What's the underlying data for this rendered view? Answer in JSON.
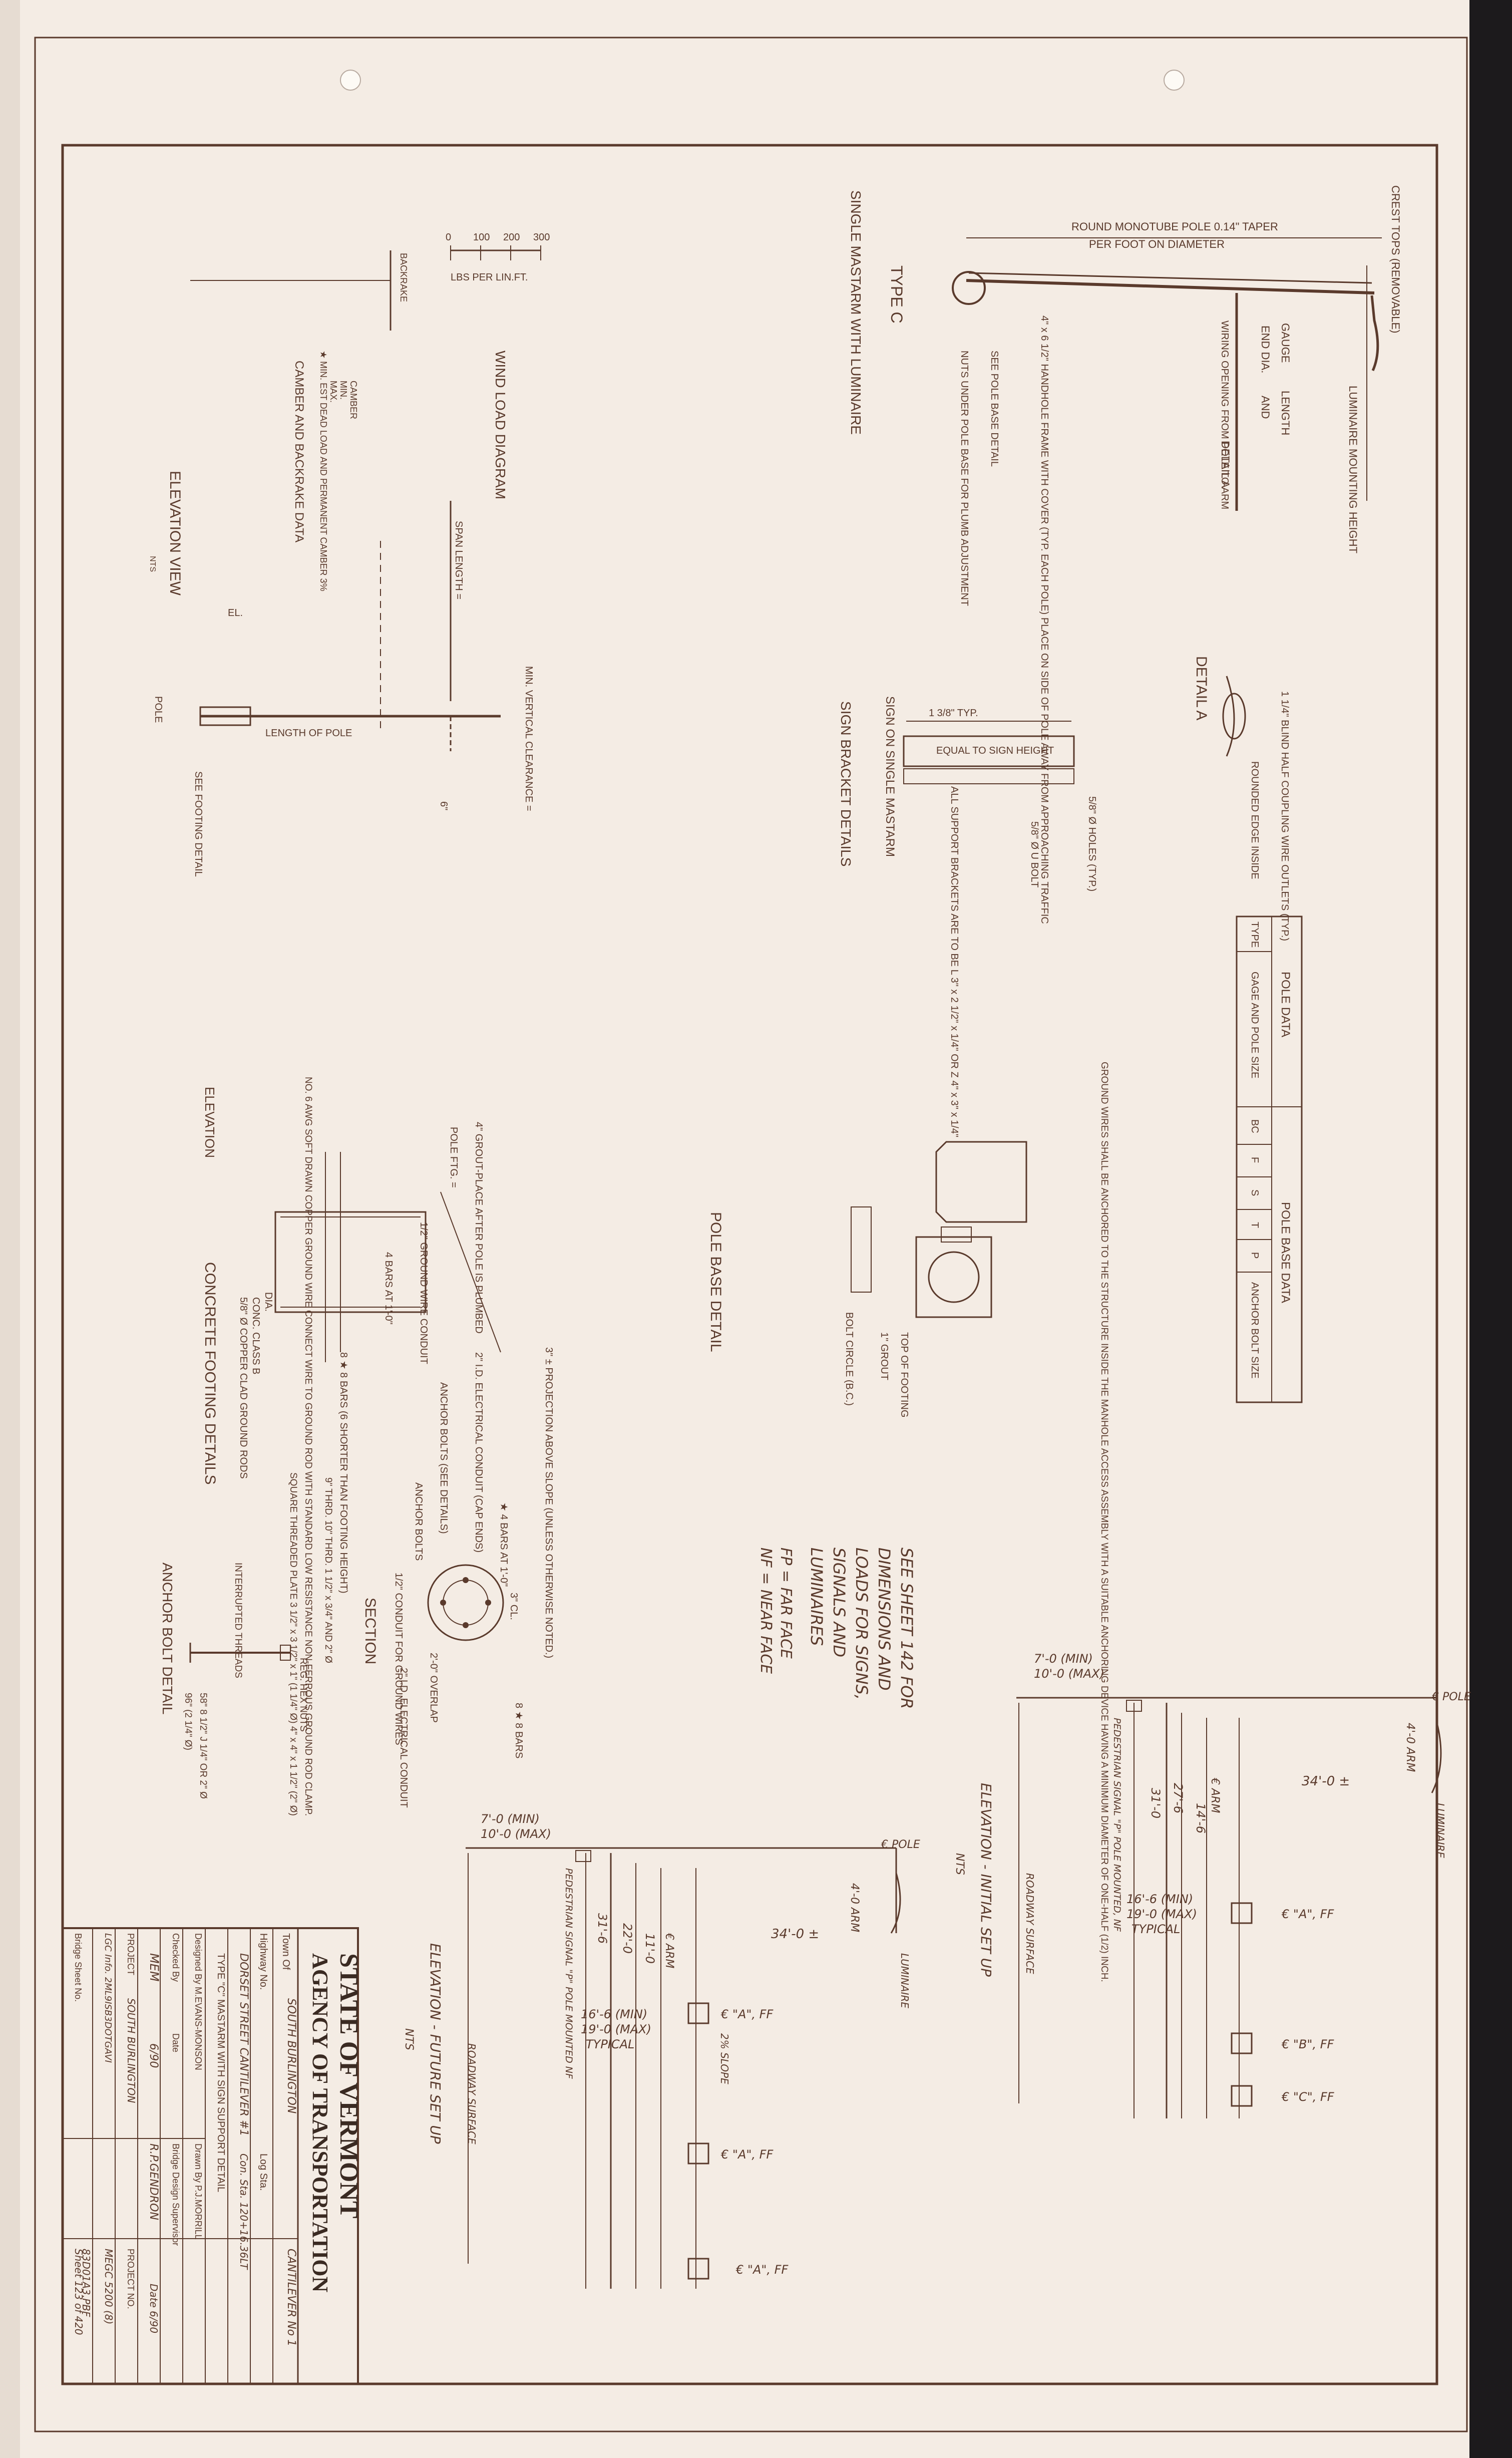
{
  "titleblock": {
    "line1": "STATE OF VERMONT",
    "line2": "AGENCY OF TRANSPORTATION",
    "town_label": "Town Of",
    "town_value": "SOUTH BURLINGTON",
    "cantilever": "CANTILEVER No 1",
    "highway_label": "Highway No.",
    "log_sta": "Log Sta.",
    "const_sta": "Con. Sta. 120+16.36LT",
    "street": "DORSET STREET CANTILEVER #1",
    "type_line": "TYPE \"C\" MASTARM WITH SIGN SUPPORT DETAIL",
    "designed_by": "Designed By M.EVANS-MONSON",
    "drawn_by": "Drawn By P.J.MORRILL",
    "checked_by": "Checked By",
    "date_label": "Date",
    "bridge_design_supervisor": "Bridge Design Supervisor",
    "checker_initials": "MEM",
    "check_date": "6/90",
    "supervisor_name": "R.P.GENDRON",
    "supervisor_date": "Date 6/90",
    "project_label": "PROJECT",
    "project_value": "SOUTH BURLINGTON",
    "project_no_label": "PROJECT NO.",
    "project_no_value": "MEGC 5200 (8)",
    "lgc_info": "LGC Info. 2ML9ISB3DOTGAVI",
    "file_code": "83D01A3.PBF",
    "bridge_sheet": "Bridge Sheet No.",
    "sheet_no": "Sheet 123 of 420"
  },
  "type_c": {
    "crest_tops": "CREST TOPS (REMOVABLE)",
    "pole_taper": "ROUND MONOTUBE POLE 0.14\" TAPER",
    "per_foot": "PER FOOT ON DIAMETER",
    "luminaire_height": "LUMINAIRE MOUNTING HEIGHT",
    "gauge": "GAUGE",
    "length": "LENGTH",
    "end_dia": "END DIA.",
    "and": "AND",
    "detail_a_ref": "DETAIL A",
    "wiring_opening": "WIRING OPENING FROM POLE TO ARM",
    "handhole": "4\" x 6 1/2\" HANDHOLE FRAME WITH COVER (TYP. EACH POLE) PLACE ON SIDE OF POLE AWAY FROM APPROACHING TRAFFIC",
    "see_pole_base": "SEE POLE BASE DETAIL",
    "nuts_under": "NUTS UNDER POLE BASE FOR PLUMB ADJUSTMENT",
    "type_title": "TYPE C",
    "subtitle": "SINGLE MASTARM WITH LUMINAIRE"
  },
  "detail_a": {
    "title": "DETAIL A",
    "coupling": "1 1/4\" BLIND HALF COUPLING WIRE OUTLETS (TYP.)",
    "rounded_edge": "ROUNDED EDGE INSIDE"
  },
  "sign_bracket": {
    "typ": "1 3/8\" TYP.",
    "equal": "EQUAL TO SIGN HEIGHT",
    "holes": "5/8\" Ø HOLES (TYP.)",
    "u_bolt": "5/8\" Ø U BOLT",
    "note": "ALL SUPPORT BRACKETS ARE TO BE L 3\" x 2 1/2\" x 1/4\" OR Z 4\" x 3\" x 1/4\"",
    "sign_on": "SIGN ON SINGLE MASTARM",
    "title": "SIGN BRACKET DETAILS"
  },
  "wind_load": {
    "scale": [
      "0",
      "100",
      "200",
      "300"
    ],
    "units": "LBS PER LIN.FT.",
    "title": "WIND LOAD DIAGRAM"
  },
  "elevation_view": {
    "backrake": "BACKRAKE",
    "camber": "CAMBER",
    "min": "MIN.",
    "max": "MAX.",
    "est_dead": "★ MIN. EST DEAD LOAD AND PERMANENT CAMBER 3%",
    "camber_data": "CAMBER AND BACKRAKE DATA",
    "span_length": "SPAN LENGTH =",
    "min_vert": "MIN. VERTICAL CLEARANCE =",
    "length_of_pole": "LENGTH OF POLE",
    "el": "EL.",
    "pole": "POLE",
    "see_footing": "SEE FOOTING DETAIL",
    "six_in": "6\"",
    "title": "ELEVATION VIEW",
    "nts": "NTS"
  },
  "pole_data": {
    "title_left": "POLE DATA",
    "title_right": "POLE BASE DATA",
    "headers": [
      "TYPE",
      "GAGE AND POLE SIZE",
      "BC",
      "F",
      "S",
      "T",
      "P",
      "ANCHOR BOLT SIZE"
    ]
  },
  "pole_base": {
    "ground_note": "GROUND WIRES SHALL BE ANCHORED TO THE STRUCTURE INSIDE THE MANHOLE ACCESS ASSEMBLY WITH A SUITABLE ANCHORING DEVICE HAVING A MINIMUM DIAMETER OF ONE-HALF (1/2) INCH.",
    "top_footing": "TOP OF FOOTING",
    "grout": "1\" GROUT",
    "bolt_circle": "BOLT CIRCLE (B.C.)",
    "title": "POLE BASE DETAIL"
  },
  "concrete_footing": {
    "grout_place": "4\" GROUT-PLACE AFTER POLE IS PLUMBED",
    "pole_ftg": "POLE FTG. =",
    "ground_conduit": "1/2\" GROUND WIRE CONDUIT",
    "bars_4": "4 BARS AT 1'-0\"",
    "dia": "DIA.",
    "conc": "CONC. CLASS B",
    "copper": "5/8\" Ø COPPER CLAD GROUND RODS",
    "no6": "NO. 6 AWG SOFT DRAWN COPPER GROUND WIRE CONNECT WIRE TO GROUND ROD WITH STANDARD LOW RESISTANCE NON-FERROUS GROUND ROD CLAMP.",
    "projection": "3\" ± PROJECTION ABOVE SLOPE (UNLESS OTHERWISE NOTED.)",
    "elec_conduit": "2\" I.D. ELECTRICAL CONDUIT (CAP ENDS)",
    "anchor_bolts": "ANCHOR BOLTS (SEE DETAILS)",
    "bars_8": "8 ★ 8 BARS (6 SHORTER THAN FOOTING HEIGHT)",
    "elevation": "ELEVATION",
    "title": "CONCRETE FOOTING DETAILS"
  },
  "section": {
    "bars": "★ 4 BARS AT 1'-0\"",
    "anchor_bolts": "ANCHOR BOLTS",
    "cl": "3\" CL.",
    "conduit": "1/2\" CONDUIT FOR GROUND WIRES",
    "overlap": "2'-0\" OVERLAP",
    "elec": "2\" I.D. ELECTRICAL CONDUIT",
    "bars8": "8 ★ 8 BARS",
    "title": "SECTION"
  },
  "anchor_bolt": {
    "thrd": "9\" THRD. 10\" THRD. 1 1/2\" x 3/4\" AND 2\" Ø",
    "square": "SQUARE THREADED PLATE 3 1/2\" x 3 1/2\" x 1\" (1 1/4\" Ø) 4\" x 4\" x 1 1/2\" (2\" Ø)",
    "interrupted": "INTERRUPTED THREADS",
    "reg_hex": "REG. HEX NUTS",
    "lengths": "58\" 8 1/2\" J 1/4\" OR 2\" Ø",
    "lengths2": "96\" (2 1/4\" Ø)",
    "title": "ANCHOR BOLT DETAIL"
  },
  "see_sheet": {
    "line1": "SEE SHEET 142 FOR",
    "line2": "DIMENSIONS AND",
    "line3": "LOADS FOR SIGNS,",
    "line4": "SIGNALS AND",
    "line5": "LUMINAIRES",
    "fp": "FP = FAR FACE",
    "nf": "NF = NEAR FACE"
  },
  "initial_setup": {
    "min7": "7'-0 (MIN)",
    "max10": "10'-0 (MAX)",
    "pole": "€ POLE",
    "arm4": "4'-0 ARM",
    "arm_len": "34'-0 ±",
    "luminaire": "LUMINAIRE",
    "ped_signal": "PEDESTRIAN SIGNAL \"P\" POLE MOUNTED, NF",
    "arm": "€ ARM",
    "h14": "14'-6",
    "h27": "27'-6",
    "h31": "31'-0",
    "clr_min": "16'-6 (MIN)",
    "clr_max": "19'-0 (MAX)",
    "typical": "TYPICAL",
    "sig_a": "€ \"A\", FF",
    "sig_b": "€ \"B\", FF",
    "sig_c": "€ \"C\", FF",
    "roadway": "ROADWAY SURFACE",
    "title": "ELEVATION - INITIAL SET UP",
    "nts": "NTS"
  },
  "future_setup": {
    "min7": "7'-0 (MIN)",
    "max10": "10'-0 (MAX)",
    "pole": "€ POLE",
    "arm4": "4'-0 ARM",
    "arm_len": "34'-0 ±",
    "luminaire": "LUMINAIRE",
    "ped_signal": "PEDESTRIAN SIGNAL \"P\" POLE MOUNTED NF",
    "arm": "€ ARM",
    "h11": "11'-0",
    "h22": "22'-0",
    "h31": "31'-6",
    "clr_min": "16'-6 (MIN)",
    "clr_max": "19'-0 (MAX)",
    "typical": "TYPICAL",
    "slope": "2% SLOPE",
    "sig_a1": "€ \"A\", FF",
    "sig_a2": "€ \"A\", FF",
    "sig_a3": "€ \"A\", FF",
    "roadway": "ROADWAY SURFACE",
    "title": "ELEVATION - FUTURE SET UP",
    "nts": "NTS"
  }
}
